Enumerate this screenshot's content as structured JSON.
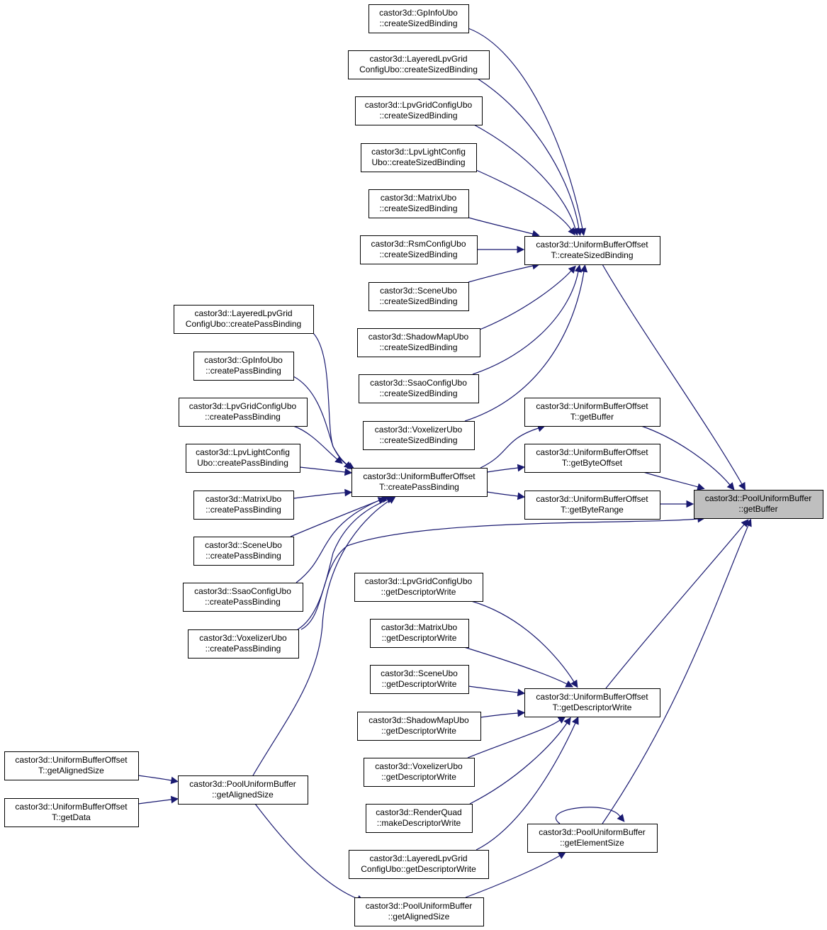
{
  "nodes": [
    {
      "id": "root",
      "lines": [
        "castor3d::PoolUniformBuffer",
        "::getBuffer"
      ],
      "highlight": true
    },
    {
      "id": "csb",
      "lines": [
        "castor3d::UniformBufferOffset",
        "T::createSizedBinding"
      ]
    },
    {
      "id": "gbuf",
      "lines": [
        "castor3d::UniformBufferOffset",
        "T::getBuffer"
      ]
    },
    {
      "id": "gbo",
      "lines": [
        "castor3d::UniformBufferOffset",
        "T::getByteOffset"
      ]
    },
    {
      "id": "gbr",
      "lines": [
        "castor3d::UniformBufferOffset",
        "T::getByteRange"
      ]
    },
    {
      "id": "cpb",
      "lines": [
        "castor3d::UniformBufferOffset",
        "T::createPassBinding"
      ]
    },
    {
      "id": "gdw",
      "lines": [
        "castor3d::UniformBufferOffset",
        "T::getDescriptorWrite"
      ]
    },
    {
      "id": "ges",
      "lines": [
        "castor3d::PoolUniformBuffer",
        "::getElementSize"
      ]
    },
    {
      "id": "pgas1",
      "lines": [
        "castor3d::PoolUniformBuffer",
        "::getAlignedSize"
      ]
    },
    {
      "id": "pgas2",
      "lines": [
        "castor3d::PoolUniformBuffer",
        "::getAlignedSize"
      ]
    },
    {
      "id": "ugas",
      "lines": [
        "castor3d::UniformBufferOffset",
        "T::getAlignedSize"
      ]
    },
    {
      "id": "ugd",
      "lines": [
        "castor3d::UniformBufferOffset",
        "T::getData"
      ]
    },
    {
      "id": "s_gpinfo",
      "lines": [
        "castor3d::GpInfoUbo",
        "::createSizedBinding"
      ]
    },
    {
      "id": "s_layered",
      "lines": [
        "castor3d::LayeredLpvGrid",
        "ConfigUbo::createSizedBinding"
      ]
    },
    {
      "id": "s_lpvgrid",
      "lines": [
        "castor3d::LpvGridConfigUbo",
        "::createSizedBinding"
      ]
    },
    {
      "id": "s_lpvlight",
      "lines": [
        "castor3d::LpvLightConfig",
        "Ubo::createSizedBinding"
      ]
    },
    {
      "id": "s_matrix",
      "lines": [
        "castor3d::MatrixUbo",
        "::createSizedBinding"
      ]
    },
    {
      "id": "s_rsm",
      "lines": [
        "castor3d::RsmConfigUbo",
        "::createSizedBinding"
      ]
    },
    {
      "id": "s_scene",
      "lines": [
        "castor3d::SceneUbo",
        "::createSizedBinding"
      ]
    },
    {
      "id": "s_shadow",
      "lines": [
        "castor3d::ShadowMapUbo",
        "::createSizedBinding"
      ]
    },
    {
      "id": "s_ssao",
      "lines": [
        "castor3d::SsaoConfigUbo",
        "::createSizedBinding"
      ]
    },
    {
      "id": "s_voxel",
      "lines": [
        "castor3d::VoxelizerUbo",
        "::createSizedBinding"
      ]
    },
    {
      "id": "p_layered",
      "lines": [
        "castor3d::LayeredLpvGrid",
        "ConfigUbo::createPassBinding"
      ]
    },
    {
      "id": "p_gpinfo",
      "lines": [
        "castor3d::GpInfoUbo",
        "::createPassBinding"
      ]
    },
    {
      "id": "p_lpvgrid",
      "lines": [
        "castor3d::LpvGridConfigUbo",
        "::createPassBinding"
      ]
    },
    {
      "id": "p_lpvlight",
      "lines": [
        "castor3d::LpvLightConfig",
        "Ubo::createPassBinding"
      ]
    },
    {
      "id": "p_matrix",
      "lines": [
        "castor3d::MatrixUbo",
        "::createPassBinding"
      ]
    },
    {
      "id": "p_scene",
      "lines": [
        "castor3d::SceneUbo",
        "::createPassBinding"
      ]
    },
    {
      "id": "p_ssao",
      "lines": [
        "castor3d::SsaoConfigUbo",
        "::createPassBinding"
      ]
    },
    {
      "id": "p_voxel",
      "lines": [
        "castor3d::VoxelizerUbo",
        "::createPassBinding"
      ]
    },
    {
      "id": "d_lpvgrid",
      "lines": [
        "castor3d::LpvGridConfigUbo",
        "::getDescriptorWrite"
      ]
    },
    {
      "id": "d_matrix",
      "lines": [
        "castor3d::MatrixUbo",
        "::getDescriptorWrite"
      ]
    },
    {
      "id": "d_scene",
      "lines": [
        "castor3d::SceneUbo",
        "::getDescriptorWrite"
      ]
    },
    {
      "id": "d_shadow",
      "lines": [
        "castor3d::ShadowMapUbo",
        "::getDescriptorWrite"
      ]
    },
    {
      "id": "d_voxel",
      "lines": [
        "castor3d::VoxelizerUbo",
        "::getDescriptorWrite"
      ]
    },
    {
      "id": "d_quad",
      "lines": [
        "castor3d::RenderQuad",
        "::makeDescriptorWrite"
      ]
    },
    {
      "id": "d_layered",
      "lines": [
        "castor3d::LayeredLpvGrid",
        "ConfigUbo::getDescriptorWrite"
      ]
    }
  ],
  "edges": [
    {
      "from": "s_gpinfo",
      "to": "csb"
    },
    {
      "from": "s_layered",
      "to": "csb"
    },
    {
      "from": "s_lpvgrid",
      "to": "csb"
    },
    {
      "from": "s_lpvlight",
      "to": "csb"
    },
    {
      "from": "s_matrix",
      "to": "csb"
    },
    {
      "from": "s_rsm",
      "to": "csb"
    },
    {
      "from": "s_scene",
      "to": "csb"
    },
    {
      "from": "s_shadow",
      "to": "csb"
    },
    {
      "from": "s_ssao",
      "to": "csb"
    },
    {
      "from": "s_voxel",
      "to": "csb"
    },
    {
      "from": "csb",
      "to": "root"
    },
    {
      "from": "cpb",
      "to": "gbuf"
    },
    {
      "from": "cpb",
      "to": "gbo"
    },
    {
      "from": "cpb",
      "to": "gbr"
    },
    {
      "from": "gbuf",
      "to": "root"
    },
    {
      "from": "gbo",
      "to": "root"
    },
    {
      "from": "gbr",
      "to": "root"
    },
    {
      "from": "p_layered",
      "to": "cpb"
    },
    {
      "from": "p_gpinfo",
      "to": "cpb"
    },
    {
      "from": "p_lpvgrid",
      "to": "cpb"
    },
    {
      "from": "p_lpvlight",
      "to": "cpb"
    },
    {
      "from": "p_matrix",
      "to": "cpb"
    },
    {
      "from": "p_scene",
      "to": "cpb"
    },
    {
      "from": "p_ssao",
      "to": "cpb"
    },
    {
      "from": "p_voxel",
      "to": "cpb"
    },
    {
      "from": "pgas1",
      "to": "cpb"
    },
    {
      "from": "p_voxel",
      "to": "root"
    },
    {
      "from": "d_lpvgrid",
      "to": "gdw"
    },
    {
      "from": "d_matrix",
      "to": "gdw"
    },
    {
      "from": "d_scene",
      "to": "gdw"
    },
    {
      "from": "d_shadow",
      "to": "gdw"
    },
    {
      "from": "d_voxel",
      "to": "gdw"
    },
    {
      "from": "d_quad",
      "to": "gdw"
    },
    {
      "from": "d_layered",
      "to": "gdw"
    },
    {
      "from": "gdw",
      "to": "root"
    },
    {
      "from": "ges",
      "to": "root"
    },
    {
      "from": "ges",
      "to": "ges"
    },
    {
      "from": "ugas",
      "to": "pgas1"
    },
    {
      "from": "ugd",
      "to": "pgas1"
    },
    {
      "from": "pgas1",
      "to": "pgas2"
    },
    {
      "from": "pgas2",
      "to": "ges"
    }
  ]
}
